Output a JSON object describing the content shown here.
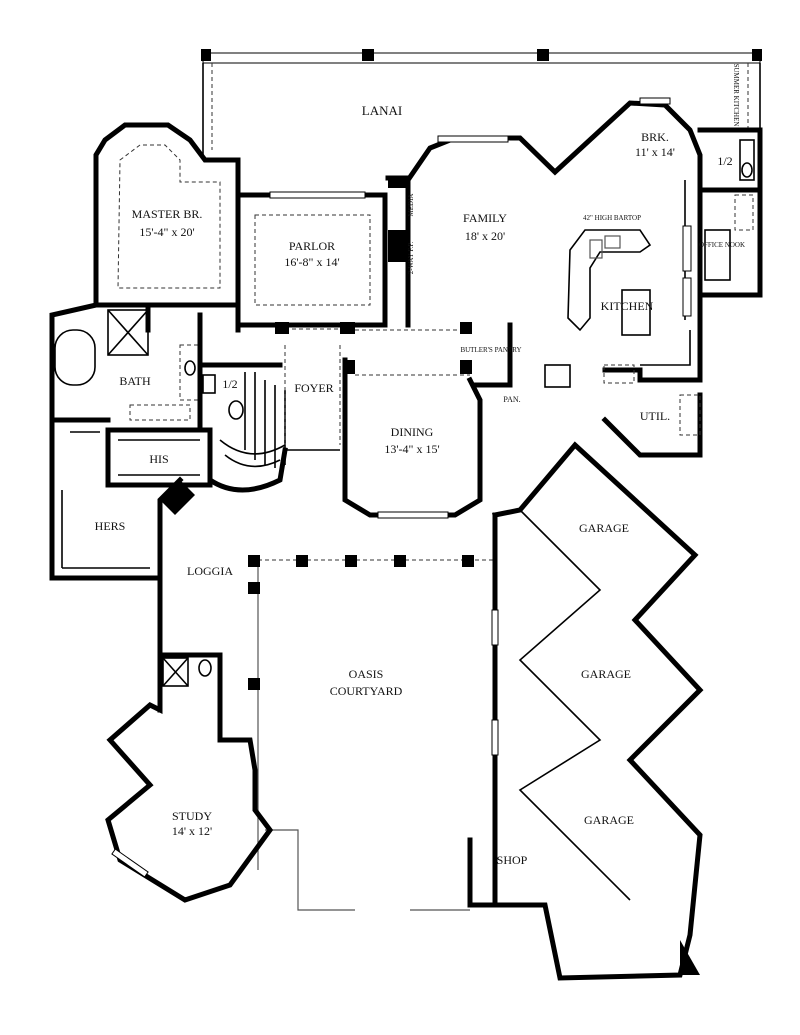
{
  "rooms": {
    "lanai": "LANAI",
    "summer_kitchen": "SUMMER KITCHEN",
    "master_br": "MASTER BR.",
    "master_br_dim": "15'-4\" x 20'",
    "parlor": "PARLOR",
    "parlor_dim": "16'-8\" x 14'",
    "media": "MEDIA",
    "fireplace": "2-WAY F.P.",
    "family": "FAMILY",
    "family_dim": "18' x 20'",
    "brk": "BRK.",
    "brk_dim": "11' x 14'",
    "half_bath_1": "1/2",
    "half_bath_2": "1/2",
    "bartop": "42\" HIGH BARTOP",
    "office_nook": "OFFICE NOOK",
    "kitchen": "KITCHEN",
    "bath": "BATH",
    "foyer": "FOYER",
    "butlers_pantry": "BUTLER'S PANTRY",
    "pan": "PAN.",
    "util": "UTIL.",
    "dining": "DINING",
    "dining_dim": "13'-4\" x 15'",
    "his": "HIS",
    "hers": "HERS",
    "loggia": "LOGGIA",
    "garage_1": "GARAGE",
    "garage_2": "GARAGE",
    "garage_3": "GARAGE",
    "oasis_courtyard_1": "OASIS",
    "oasis_courtyard_2": "COURTYARD",
    "study": "STUDY",
    "study_dim": "14' x 12'",
    "shop": "SHOP"
  }
}
